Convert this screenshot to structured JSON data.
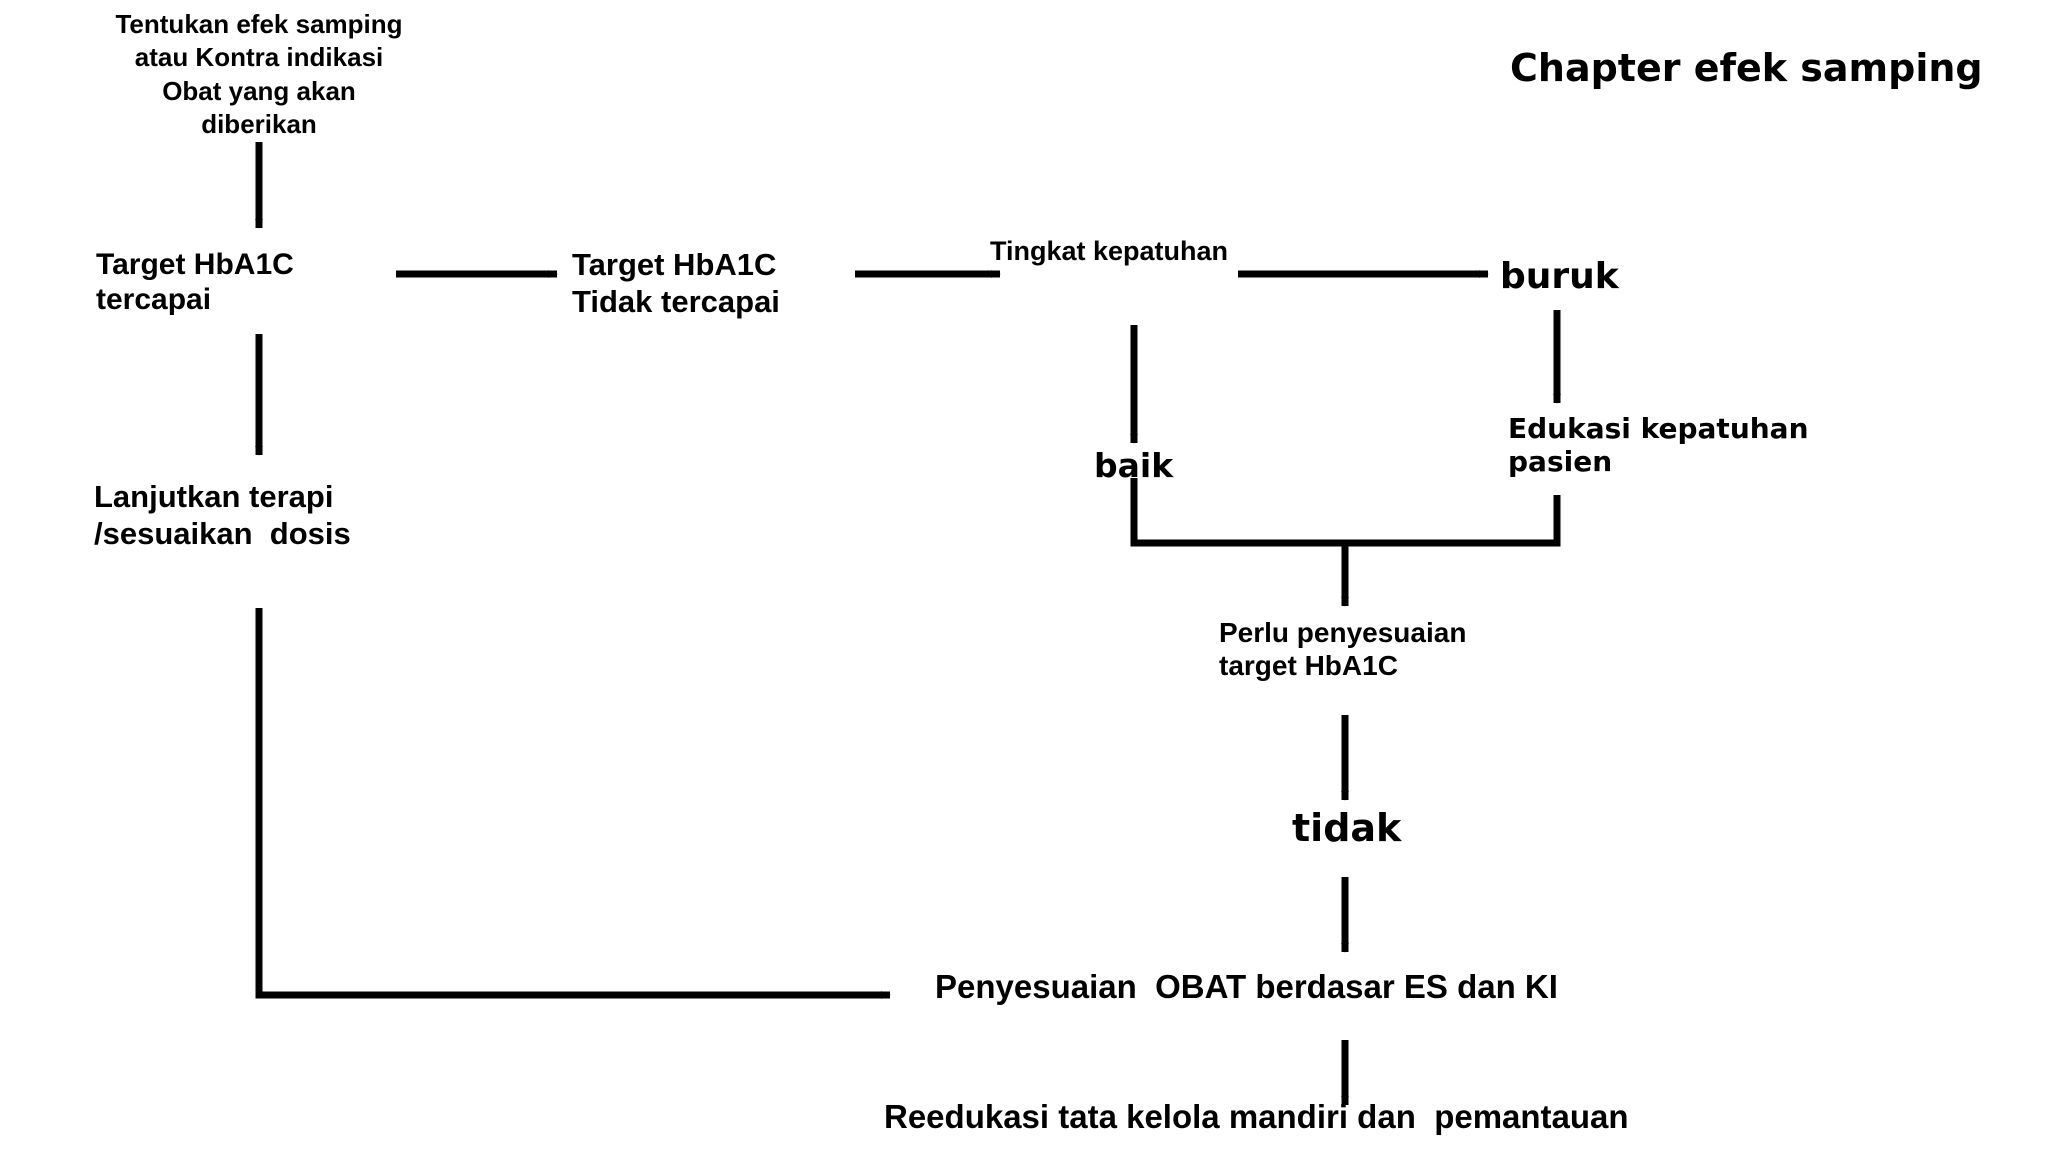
{
  "title": "Chapter efek samping",
  "nodes": {
    "header": "Tentukan efek samping\natau Kontra indikasi\nObat yang akan\ndiberikan",
    "target_reached": "Target HbA1C\ntercapai",
    "target_not_reached": "Target HbA1C\nTidak tercapai",
    "adherence_level": "Tingkat kepatuhan",
    "poor": "buruk",
    "good": "baik",
    "continue_therapy": "Lanjutkan terapi\n/sesuaikan  dosis",
    "patient_education": "Edukasi kepatuhan\npasien",
    "need_adjustment": "Perlu penyesuaian\ntarget HbA1C",
    "no": "tidak",
    "drug_adjustment": "Penyesuaian  OBAT berdasar ES dan KI",
    "reeducation": "Reedukasi tata kelola mandiri dan  pemantauan"
  },
  "colors": {
    "stroke": "#000000",
    "text": "#000000",
    "background": "#ffffff"
  },
  "edges": [
    {
      "name": "header-to-target-reached",
      "label": ""
    },
    {
      "name": "target-reached-to-target-not-reached",
      "label": ""
    },
    {
      "name": "target-not-reached-to-adherence",
      "label": ""
    },
    {
      "name": "adherence-to-poor",
      "label": ""
    },
    {
      "name": "adherence-to-good",
      "label": ""
    },
    {
      "name": "target-reached-to-continue-therapy",
      "label": ""
    },
    {
      "name": "poor-to-patient-education",
      "label": ""
    },
    {
      "name": "good-and-education-merge-to-need-adjustment",
      "label": ""
    },
    {
      "name": "need-adjustment-to-no",
      "label": ""
    },
    {
      "name": "no-to-drug-adjustment",
      "label": ""
    },
    {
      "name": "continue-therapy-to-drug-adjustment",
      "label": ""
    },
    {
      "name": "drug-adjustment-to-reeducation",
      "label": ""
    }
  ]
}
